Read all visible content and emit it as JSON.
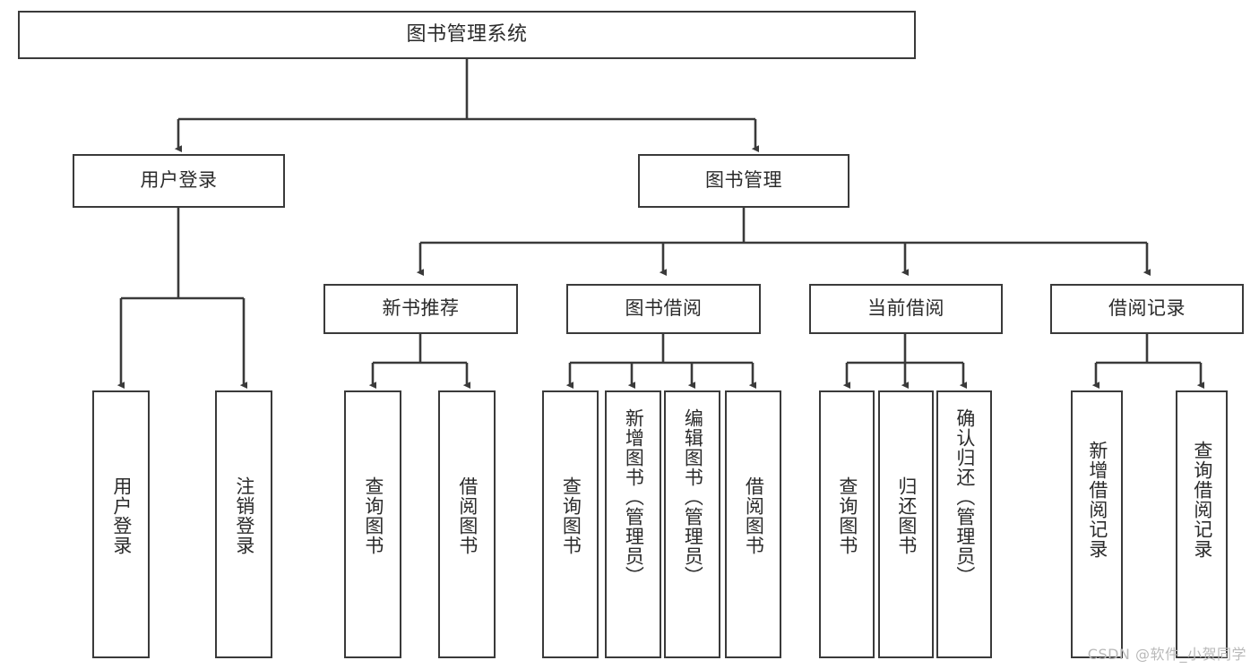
{
  "diagram": {
    "type": "tree",
    "title": "图书管理系统",
    "watermark": "CSDN @软件_小贺同学",
    "stroke_color": "#3a3a3a",
    "text_color": "#2b2b2b",
    "background": "#ffffff",
    "root": {
      "id": "root",
      "label": "图书管理系统"
    },
    "level1": [
      {
        "id": "user-login",
        "label": "用户登录"
      },
      {
        "id": "book-manage",
        "label": "图书管理"
      }
    ],
    "level2": [
      {
        "id": "new-book-rec",
        "label": "新书推荐",
        "parent": "book-manage"
      },
      {
        "id": "book-borrow",
        "label": "图书借阅",
        "parent": "book-manage"
      },
      {
        "id": "current-borrow",
        "label": "当前借阅",
        "parent": "book-manage"
      },
      {
        "id": "borrow-record",
        "label": "借阅记录",
        "parent": "book-manage"
      }
    ],
    "leaves": [
      {
        "id": "leaf-user-login",
        "label": "用户登录",
        "parent": "user-login"
      },
      {
        "id": "leaf-user-logout",
        "label": "注销登录",
        "parent": "user-login"
      },
      {
        "id": "leaf-rec-query-book",
        "label": "查询图书",
        "parent": "new-book-rec"
      },
      {
        "id": "leaf-rec-borrow-book",
        "label": "借阅图书",
        "parent": "new-book-rec"
      },
      {
        "id": "leaf-borrow-query-book",
        "label": "查询图书",
        "parent": "book-borrow"
      },
      {
        "id": "leaf-borrow-add-book",
        "label": "新增图书（管理员）",
        "parent": "book-borrow"
      },
      {
        "id": "leaf-borrow-edit-book",
        "label": "编辑图书（管理员）",
        "parent": "book-borrow"
      },
      {
        "id": "leaf-borrow-borrow-book",
        "label": "借阅图书",
        "parent": "book-borrow"
      },
      {
        "id": "leaf-current-query-book",
        "label": "查询图书",
        "parent": "current-borrow"
      },
      {
        "id": "leaf-current-return-book",
        "label": "归还图书",
        "parent": "current-borrow"
      },
      {
        "id": "leaf-current-confirm-return",
        "label": "确认归还（管理员）",
        "parent": "current-borrow"
      },
      {
        "id": "leaf-record-add",
        "label": "新增借阅记录",
        "parent": "borrow-record"
      },
      {
        "id": "leaf-record-query",
        "label": "查询借阅记录",
        "parent": "borrow-record"
      }
    ]
  }
}
